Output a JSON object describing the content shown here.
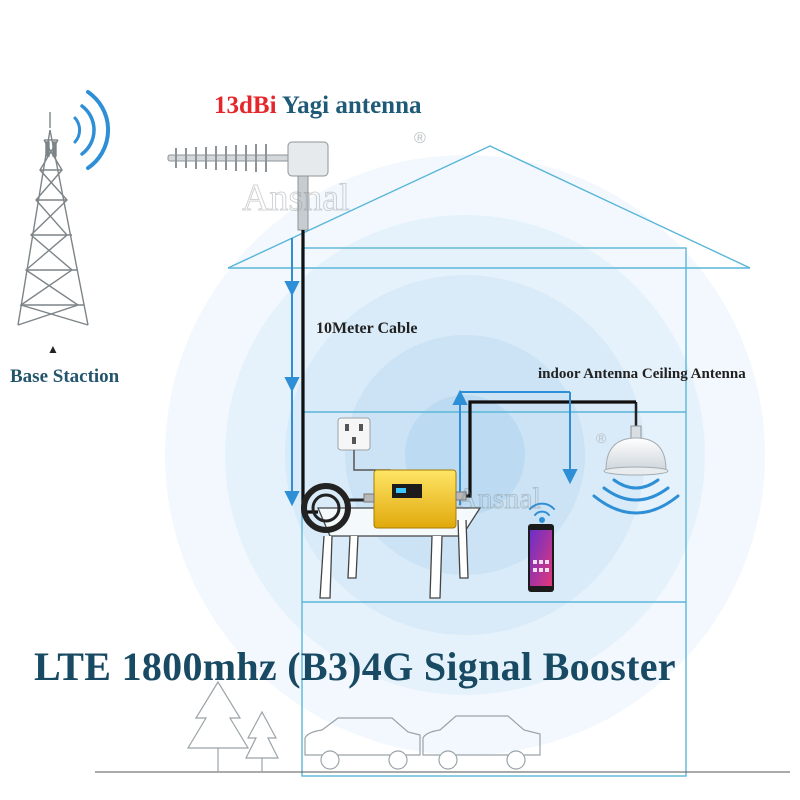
{
  "antenna_label": {
    "gain": "13dBi",
    "name": "Yagi antenna"
  },
  "tower_label": "Base Staction",
  "cable_label": "10Meter Cable",
  "indoor_antenna_label": "indoor Antenna Ceiling Antenna",
  "headline": "LTE 1800mhz (B3)4G Signal Booster",
  "watermark": "Ansnal",
  "registered_mark": "®",
  "colors": {
    "gain_red": "#e5262a",
    "title_blue": "#1f5a78",
    "house_line": "#5ab6d8",
    "arrow_blue": "#2f8fd6",
    "signal_glow": "#cfe6f6",
    "booster_gold": "#f3c21d"
  }
}
